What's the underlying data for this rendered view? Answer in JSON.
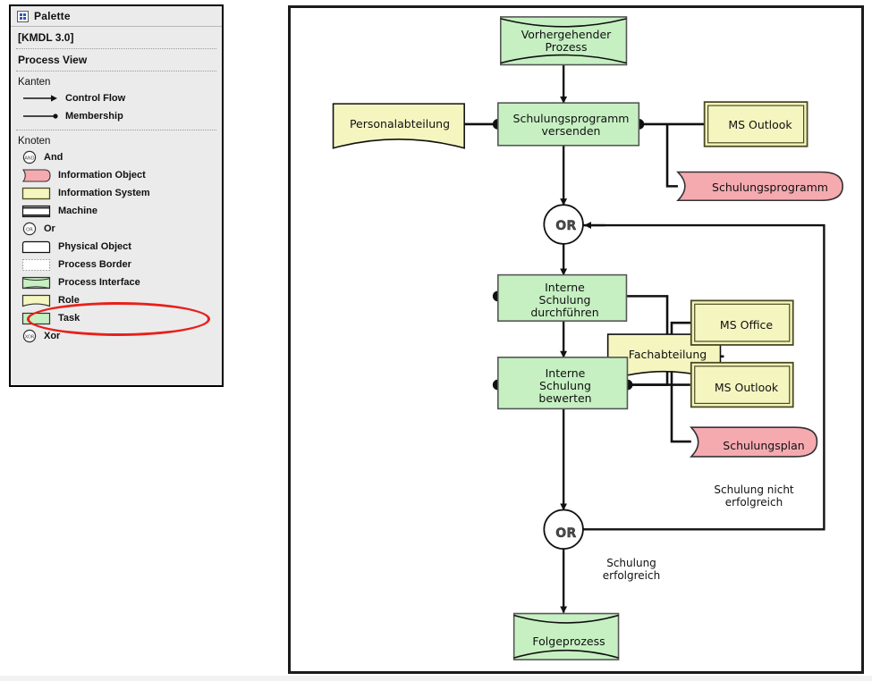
{
  "palette": {
    "icon": "grid-icon",
    "title": "Palette",
    "model": "[KMDL 3.0]",
    "view": "Process View",
    "groups": [
      {
        "label": "Kanten",
        "items": [
          {
            "label": "Control Flow",
            "swatch": "arrow-open"
          },
          {
            "label": "Membership",
            "swatch": "arrow-dot"
          }
        ]
      },
      {
        "label": "Knoten",
        "items": [
          {
            "label": "And",
            "swatch": "circle-and"
          },
          {
            "label": "Information Object",
            "swatch": "information-object"
          },
          {
            "label": "Information System",
            "swatch": "information-system"
          },
          {
            "label": "Machine",
            "swatch": "machine"
          },
          {
            "label": "Or",
            "swatch": "circle-or"
          },
          {
            "label": "Physical Object",
            "swatch": "physical-object"
          },
          {
            "label": "Process Border",
            "swatch": "process-border"
          },
          {
            "label": "Process Interface",
            "swatch": "process-interface"
          },
          {
            "label": "Role",
            "swatch": "role"
          },
          {
            "label": "Task",
            "swatch": "task"
          },
          {
            "label": "Xor",
            "swatch": "circle-xor"
          }
        ]
      }
    ],
    "highlight": {
      "target": "Process Interface",
      "color": "#e8201a"
    }
  },
  "colors": {
    "task_fill": "#c6f0c2",
    "information_system_fill": "#f5f5c0",
    "information_object_fill": "#f5aab0",
    "role_fill": "#f5f5c0",
    "process_interface_fill": "#c6f0c2",
    "stroke": "#1b1b1b",
    "panel_bg": "#ebebeb",
    "highlight": "#e8201a"
  },
  "diagram": {
    "nodes": [
      {
        "id": "vorhergehender-prozess",
        "type": "process-interface",
        "label": "Vorhergehender\nProzess"
      },
      {
        "id": "personalabteilung",
        "type": "role",
        "label": "Personalabteilung"
      },
      {
        "id": "schulungsprogramm-versenden",
        "type": "task",
        "label": "Schulungsprogramm\nversenden"
      },
      {
        "id": "ms-outlook-top",
        "type": "information-system",
        "label": "MS Outlook"
      },
      {
        "id": "schulungsprogramm",
        "type": "information-object",
        "label": "Schulungsprogramm"
      },
      {
        "id": "or-top",
        "type": "or",
        "label": "OR"
      },
      {
        "id": "interne-schulung-durchfuehren",
        "type": "task",
        "label": "Interne\nSchulung\ndurchführen"
      },
      {
        "id": "fachabteilung",
        "type": "role",
        "label": "Fachabteilung"
      },
      {
        "id": "interne-schulung-bewerten",
        "type": "task",
        "label": "Interne\nSchulung\nbewerten"
      },
      {
        "id": "ms-office",
        "type": "information-system",
        "label": "MS Office"
      },
      {
        "id": "ms-outlook-bottom",
        "type": "information-system",
        "label": "MS Outlook"
      },
      {
        "id": "schulungsplan",
        "type": "information-object",
        "label": "Schulungsplan"
      },
      {
        "id": "or-bottom",
        "type": "or",
        "label": "OR"
      },
      {
        "id": "folgeprozess",
        "type": "process-interface",
        "label": "Folgeprozess"
      }
    ],
    "edge_labels": [
      {
        "id": "schulung-nicht-erfolgreich",
        "text": "Schulung nicht\nerfolgreich"
      },
      {
        "id": "schulung-erfolgreich",
        "text": "Schulung\nerfolgreich"
      }
    ]
  }
}
